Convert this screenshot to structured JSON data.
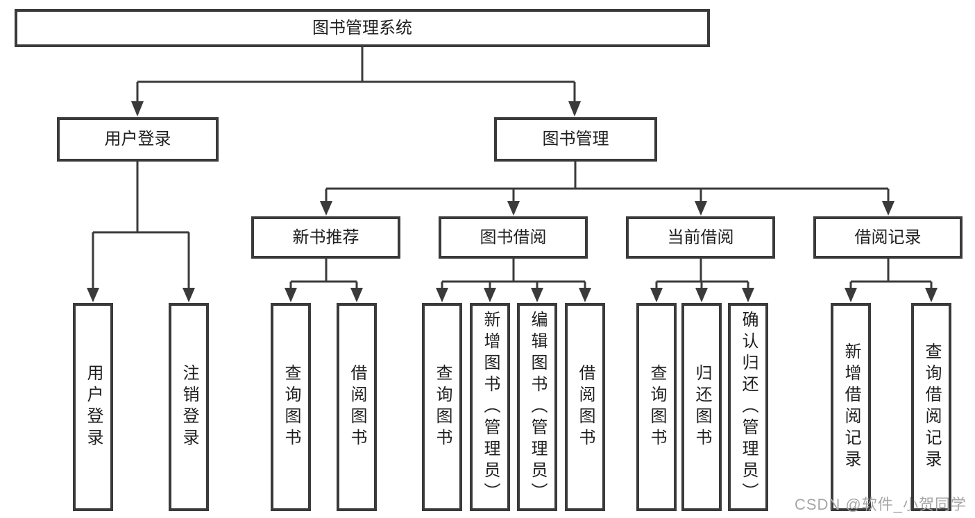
{
  "tree": {
    "root": {
      "label": "图书管理系统"
    },
    "branches": [
      {
        "label": "用户登录",
        "children": [
          {
            "label": "用户登录"
          },
          {
            "label": "注销登录"
          }
        ]
      },
      {
        "label": "图书管理",
        "children": [
          {
            "label": "新书推荐",
            "children": [
              {
                "label": "查询图书"
              },
              {
                "label": "借阅图书"
              }
            ]
          },
          {
            "label": "图书借阅",
            "children": [
              {
                "label": "查询图书"
              },
              {
                "label": "新增图书（管理员）"
              },
              {
                "label": "编辑图书（管理员）"
              },
              {
                "label": "借阅图书"
              }
            ]
          },
          {
            "label": "当前借阅",
            "children": [
              {
                "label": "查询图书"
              },
              {
                "label": "归还图书"
              },
              {
                "label": "确认归还（管理员）"
              }
            ]
          },
          {
            "label": "借阅记录",
            "children": [
              {
                "label": "新增借阅记录"
              },
              {
                "label": "查询借阅记录"
              }
            ]
          }
        ]
      }
    ]
  },
  "watermark": {
    "text": "CSDN @软件_小贺同学"
  },
  "colors": {
    "line": "#3a3a3a",
    "box_border": "#3a3a3a",
    "text": "#1f1f1f",
    "watermark": "#a6a6a6",
    "background": "#ffffff"
  }
}
